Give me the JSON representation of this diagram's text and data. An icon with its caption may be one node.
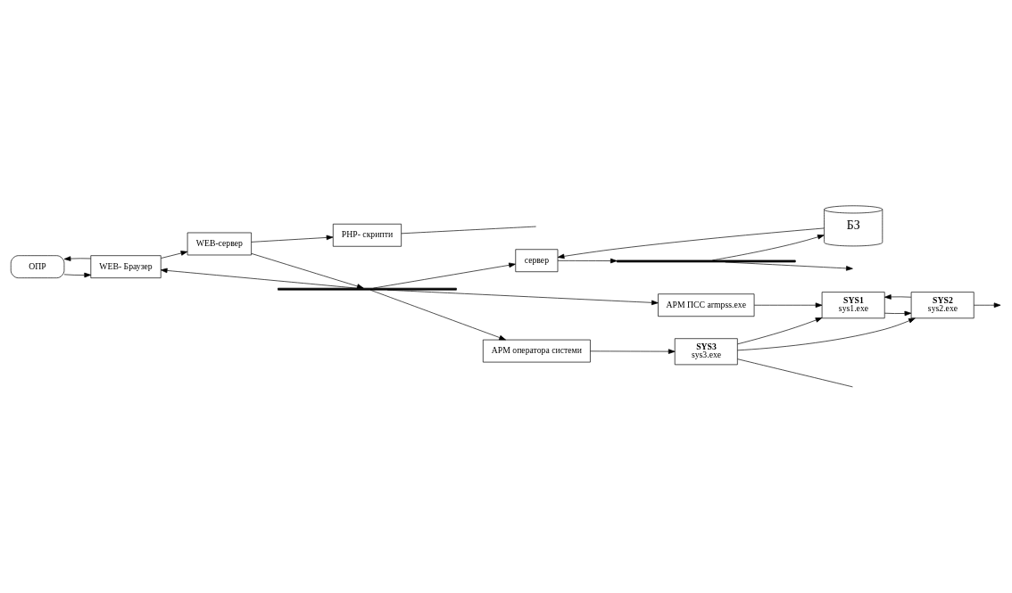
{
  "diagram": {
    "nodes": [
      {
        "text": [
          "ОПР"
        ]
      },
      {
        "text": [
          "WEB- Браузер"
        ]
      },
      {
        "text": [
          "WEB-сервер"
        ]
      },
      {
        "text": [
          "PHP- скрипти"
        ]
      },
      {
        "text": [],
        "shape": "bar"
      },
      {
        "text": [
          "БЗ"
        ]
      },
      {
        "text": [
          "сервер"
        ]
      },
      {
        "text": [],
        "shape": "bar"
      },
      {
        "text": [
          "АРМ ПСС armpss.exe"
        ]
      },
      {
        "text": [
          "SYS1",
          "sys1.exe"
        ]
      },
      {
        "text": [
          "SYS2",
          "sys2.exe"
        ]
      },
      {
        "text": [
          "АРМ оператора системи"
        ]
      },
      {
        "text": [
          "SYS3",
          "sys3.exe"
        ]
      }
    ],
    "edges": [
      {
        "from": 0,
        "to": 1,
        "arrow": "to"
      },
      {
        "from": 1,
        "to": 2,
        "arrow": "to"
      },
      {
        "from": 1,
        "to": 0,
        "arrow": "to"
      },
      {
        "from": 2,
        "to": 3,
        "arrow": "to"
      },
      {
        "from": 4,
        "to": 1,
        "arrow": "to"
      },
      {
        "from": 2,
        "to": 4,
        "arrow": "to"
      },
      {
        "from": 3,
        "to": null,
        "arrow": "none"
      },
      {
        "from": 4,
        "to": 6,
        "arrow": "to"
      },
      {
        "from": 5,
        "to": 6,
        "arrow": "to"
      },
      {
        "from": 7,
        "to": 5,
        "arrow": "to"
      },
      {
        "from": 6,
        "to": 7,
        "arrow": "to"
      },
      {
        "from": 7,
        "to": null,
        "arrow": "to"
      },
      {
        "from": 4,
        "to": 8,
        "arrow": "to"
      },
      {
        "from": 4,
        "to": 11,
        "arrow": "to"
      },
      {
        "from": 8,
        "to": 9,
        "arrow": "to"
      },
      {
        "from": 9,
        "to": 10,
        "arrow": "to"
      },
      {
        "from": 10,
        "to": null,
        "arrow": "to"
      },
      {
        "from": 10,
        "to": 9,
        "arrow": "to"
      },
      {
        "from": 11,
        "to": 12,
        "arrow": "to"
      },
      {
        "from": 12,
        "to": 9,
        "arrow": "to"
      },
      {
        "from": 12,
        "to": 10,
        "arrow": "to"
      },
      {
        "from": 12,
        "to": null,
        "arrow": "none"
      }
    ]
  }
}
